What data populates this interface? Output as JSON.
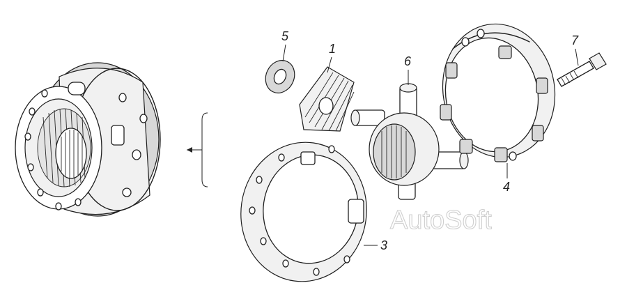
{
  "diagram": {
    "callouts": {
      "washer": "5",
      "side_gear": "1",
      "cross": "6",
      "bolt": "7",
      "case_half_right": "4",
      "case_half_left": "3"
    },
    "watermark": "AutoSoft",
    "colors": {
      "ink": "#1f1f1f",
      "shade": "#d8d8d8",
      "watermark": "#cfcfcf"
    }
  }
}
